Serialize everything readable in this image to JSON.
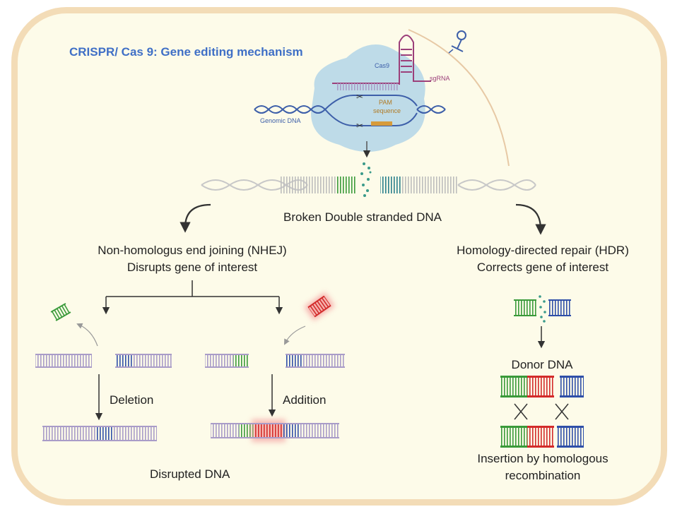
{
  "title": "CRISPR/ Cas 9: Gene editing mechanism",
  "labels": {
    "cas9": "Cas9",
    "sgrna": "sgRNA",
    "pam": "PAM",
    "pam_sequence": "sequence",
    "genomic_dna": "Genomic DNA",
    "broken_dna": "Broken Double stranded  DNA",
    "nhej_line1": "Non-homologus end joining (NHEJ)",
    "nhej_line2": "Disrupts gene of interest",
    "hdr_line1": "Homology-directed repair (HDR)",
    "hdr_line2": "Corrects gene of interest",
    "deletion": "Deletion",
    "addition": "Addition",
    "disrupted_dna": "Disrupted DNA",
    "donor_dna": "Donor DNA",
    "insertion_line1": "Insertion by homologous",
    "insertion_line2": "recombination"
  },
  "colors": {
    "title": "#3f6fc6",
    "frame_border": "#f3dcb7",
    "background": "#fdfbe9",
    "cas9_blob": "#b7d7e8",
    "dna_gray": "#b8b8b8",
    "dna_lavender": "#a99cc8",
    "dna_green": "#3a9a3a",
    "dna_blue": "#2f4fa8",
    "dna_red": "#d32b2b",
    "dna_teal": "#2a7f8c",
    "sgrna": "#9c3f7a",
    "helix_blue": "#3d5fa9"
  }
}
